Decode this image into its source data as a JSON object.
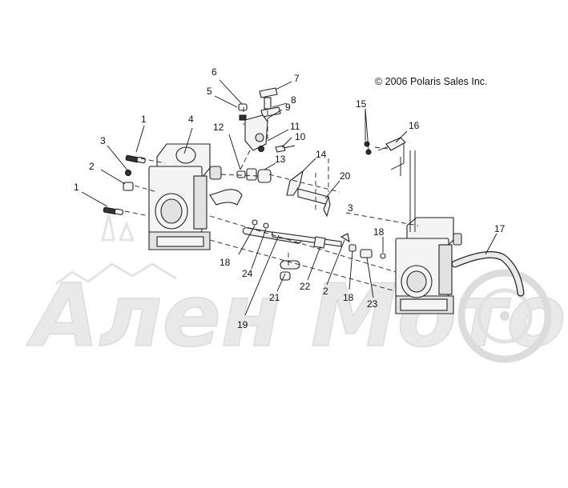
{
  "copyright": "© 2006 Polaris Sales Inc.",
  "watermark": "Ален Мото",
  "callouts": [
    {
      "id": "c1a",
      "text": "1"
    },
    {
      "id": "c1b",
      "text": "1"
    },
    {
      "id": "c2a",
      "text": "2"
    },
    {
      "id": "c2b",
      "text": "2"
    },
    {
      "id": "c3a",
      "text": "3"
    },
    {
      "id": "c3b",
      "text": "3"
    },
    {
      "id": "c4",
      "text": "4"
    },
    {
      "id": "c5",
      "text": "5"
    },
    {
      "id": "c6",
      "text": "6"
    },
    {
      "id": "c7",
      "text": "7"
    },
    {
      "id": "c8",
      "text": "8"
    },
    {
      "id": "c9",
      "text": "9"
    },
    {
      "id": "c10",
      "text": "10"
    },
    {
      "id": "c11",
      "text": "11"
    },
    {
      "id": "c12",
      "text": "12"
    },
    {
      "id": "c13",
      "text": "13"
    },
    {
      "id": "c14",
      "text": "14"
    },
    {
      "id": "c15",
      "text": "15"
    },
    {
      "id": "c16",
      "text": "16"
    },
    {
      "id": "c17",
      "text": "17"
    },
    {
      "id": "c18a",
      "text": "18"
    },
    {
      "id": "c18b",
      "text": "18"
    },
    {
      "id": "c18c",
      "text": "18"
    },
    {
      "id": "c19",
      "text": "19"
    },
    {
      "id": "c20",
      "text": "20"
    },
    {
      "id": "c21",
      "text": "21"
    },
    {
      "id": "c22",
      "text": "22"
    },
    {
      "id": "c23",
      "text": "23"
    },
    {
      "id": "c24",
      "text": "24"
    }
  ]
}
